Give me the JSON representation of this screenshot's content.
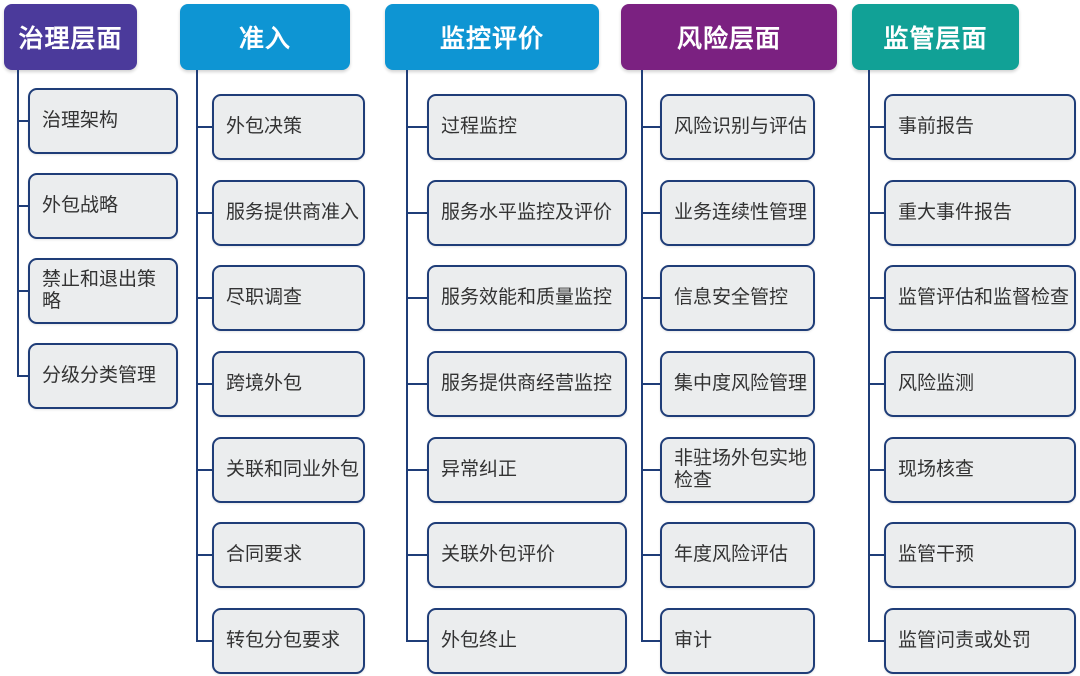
{
  "diagram": {
    "background": "#ffffff",
    "box_fill": "#ebedee",
    "line_color": "#1f3d78",
    "header_text_color": "#ffffff",
    "columns": [
      {
        "label": "治理层面",
        "color": "#4b3a9b",
        "items": [
          "治理架构",
          "外包战略",
          "禁止和退出策略",
          "分级分类管理"
        ]
      },
      {
        "label": "准入",
        "color": "#0e95d3",
        "items": [
          "外包决策",
          "服务提供商准入",
          "尽职调查",
          "跨境外包",
          "关联和同业外包",
          "合同要求",
          "转包分包要求"
        ]
      },
      {
        "label": "监控评价",
        "color": "#0e95d3",
        "items": [
          "过程监控",
          "服务水平监控及评价",
          "服务效能和质量监控",
          "服务提供商经营监控",
          "异常纠正",
          "关联外包评价",
          "外包终止"
        ]
      },
      {
        "label": "风险层面",
        "color": "#7b2181",
        "items": [
          "风险识别与评估",
          "业务连续性管理",
          "信息安全管控",
          "集中度风险管理",
          "非驻场外包实地检查",
          "年度风险评估",
          "审计"
        ]
      },
      {
        "label": "监管层面",
        "color": "#11a196",
        "items": [
          "事前报告",
          "重大事件报告",
          "监管评估和监督检查",
          "风险监测",
          "现场核查",
          "监管干预",
          "监管问责或处罚"
        ]
      }
    ]
  }
}
